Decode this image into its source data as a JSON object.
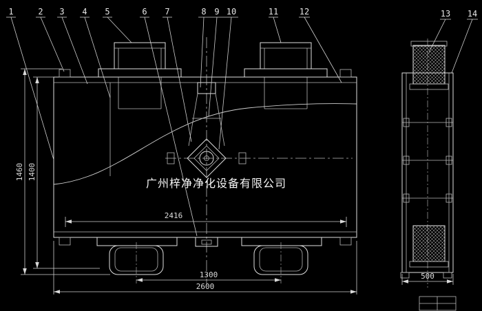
{
  "drawing": {
    "company_watermark": "广州梓净净化设备有限公司",
    "part_labels": [
      "1",
      "2",
      "3",
      "4",
      "5",
      "6",
      "7",
      "8",
      "9",
      "10",
      "11",
      "12",
      "13",
      "14"
    ],
    "dimensions": {
      "overall_height": "1460",
      "inner_height": "1400",
      "inner_width": "2416",
      "outlet_spacing": "1300",
      "overall_width": "2600",
      "side_depth": "500"
    },
    "colors": {
      "background": "#000000",
      "main_line": "#e0e0e0",
      "secondary_line": "#b9b9b9",
      "text": "#e6e6e6"
    }
  }
}
